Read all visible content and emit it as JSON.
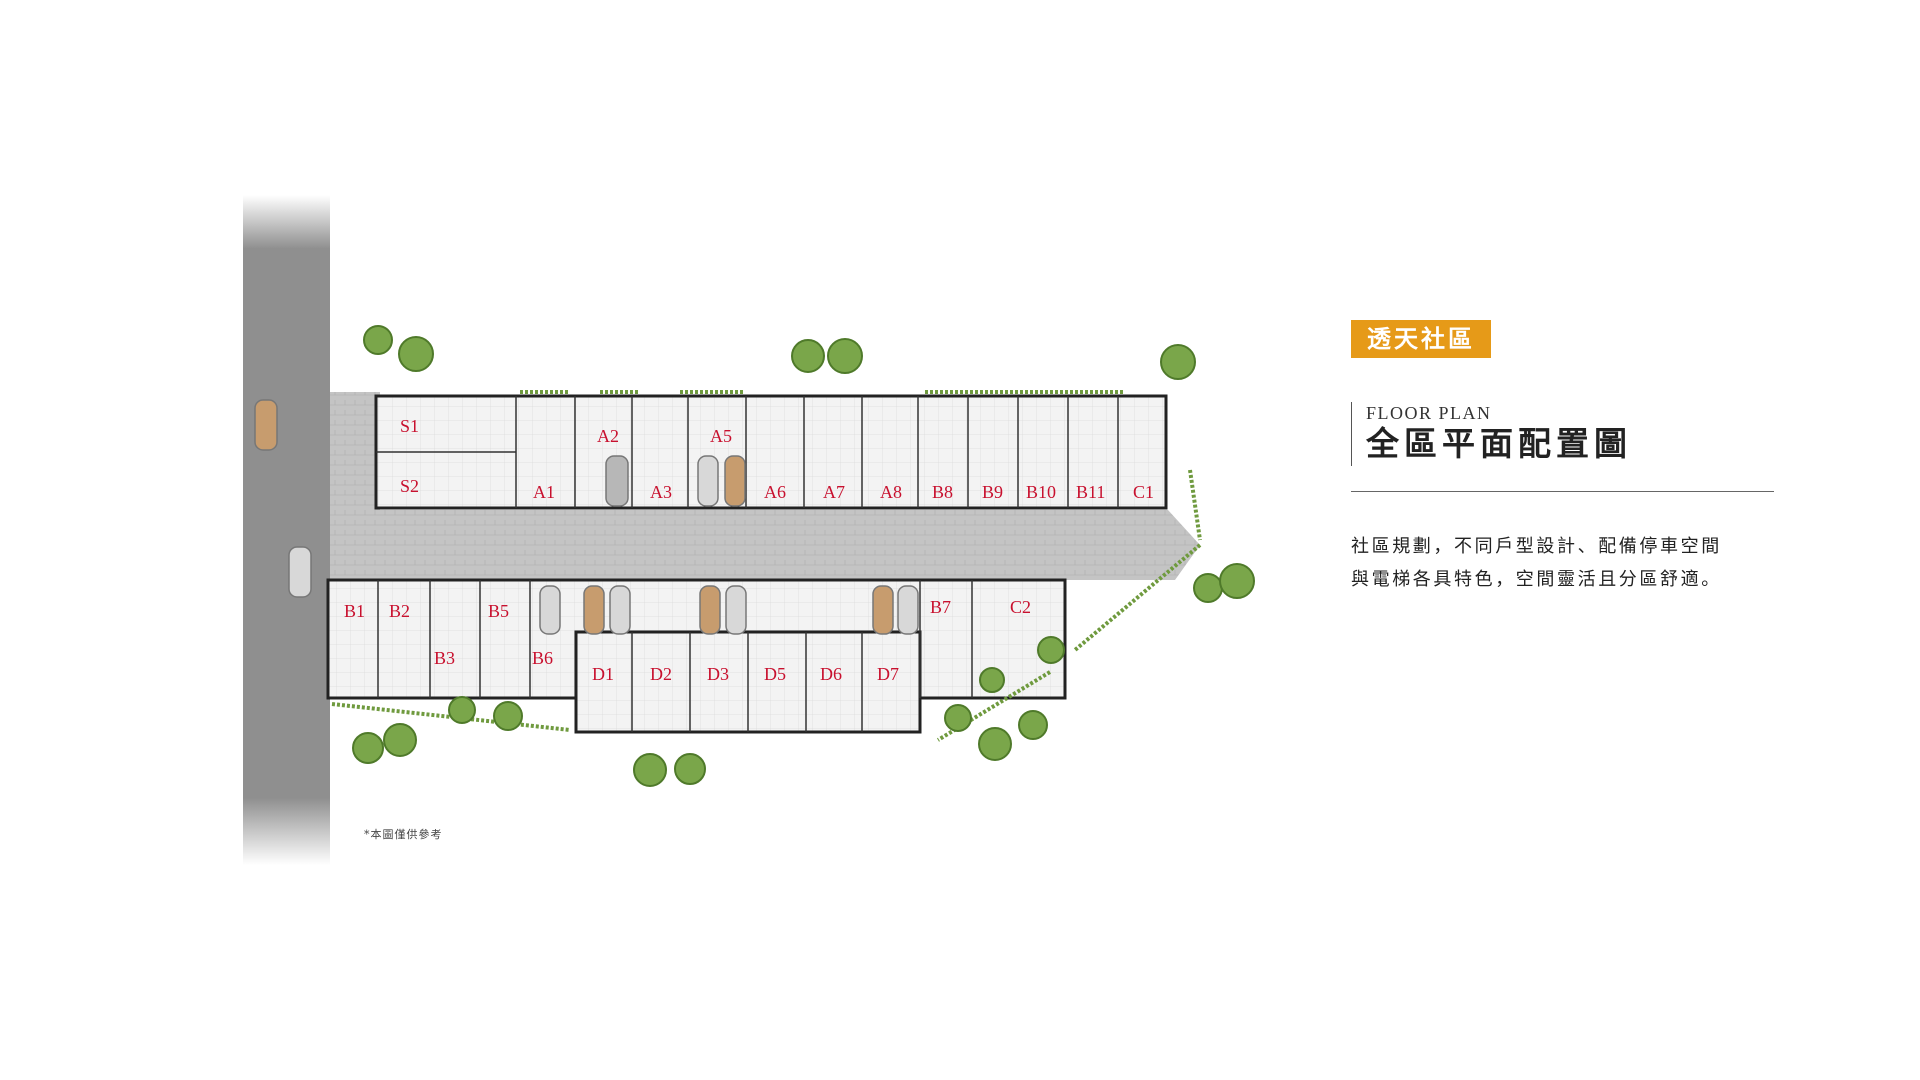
{
  "badge": "透天社區",
  "floor_plan": {
    "subtitle": "FLOOR PLAN",
    "title": "全區平面配置圖"
  },
  "description": [
    "社區規劃，不同戶型設計、配備停車空間",
    "與電梯各具特色，空間靈活且分區舒適。"
  ],
  "note": "*本圖僅供參考",
  "colors": {
    "badge": "#e69a18",
    "unit_label": "#c8102e",
    "road": "#8f8f8f",
    "paving": "#c9c9c9",
    "tree": "#7aa64a"
  },
  "units": {
    "s1": "S1",
    "s2": "S2",
    "a1": "A1",
    "a2": "A2",
    "a3": "A3",
    "a5": "A5",
    "a6": "A6",
    "a7": "A7",
    "a8": "A8",
    "b8": "B8",
    "b9": "B9",
    "b10": "B10",
    "b11": "B11",
    "c1": "C1",
    "b1": "B1",
    "b2": "B2",
    "b3": "B3",
    "b5": "B5",
    "b6": "B6",
    "b7": "B7",
    "c2": "C2",
    "d1": "D1",
    "d2": "D2",
    "d3": "D3",
    "d5": "D5",
    "d6": "D6",
    "d7": "D7"
  },
  "icons": [
    "tree-icon",
    "car-icon"
  ]
}
